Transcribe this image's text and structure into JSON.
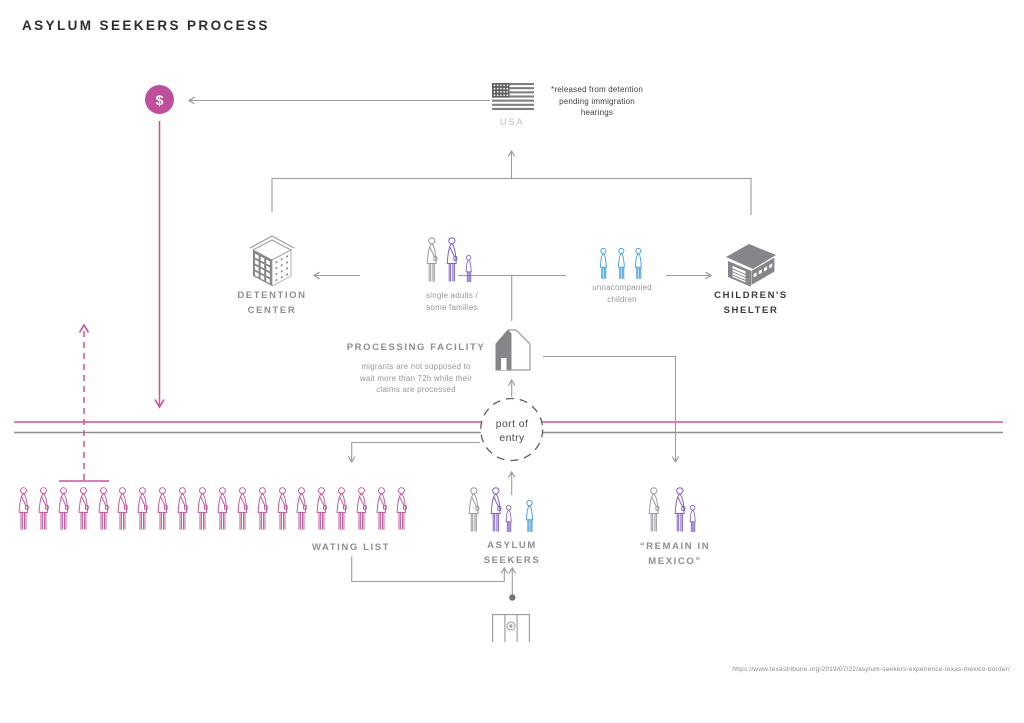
{
  "title": "ASYLUM SEEKERS PROCESS",
  "colors": {
    "accent_pink": "#c2569e",
    "border_pink_line": "#da7eb2",
    "border_gray_line": "#8d8d92",
    "purple_figure": "#7d62c6",
    "blue_figure": "#4ba1d8",
    "gray_icon": "#85858a"
  },
  "money_icon": {
    "symbol": "$"
  },
  "usa": {
    "label": "USA",
    "note": "*released from detention\npending immigration\nhearings"
  },
  "detention_center": {
    "label": "DETENTION\nCENTER"
  },
  "single_adults": {
    "label": "single adults /\nsome families"
  },
  "unaccompanied_children": {
    "label": "unnacompanied\nchildren",
    "figure_count": 3
  },
  "childrens_shelter": {
    "label": "CHILDREN'S\nSHELTER"
  },
  "processing_facility": {
    "label": "PROCESSING  FACILITY",
    "note": "migrants are not supposed to\nwait more than 72h while their\nclaims are processed"
  },
  "port_of_entry": {
    "label": "port of\nentry"
  },
  "waiting_list": {
    "label": "WATING LIST",
    "figure_count": 20
  },
  "asylum_seekers": {
    "label": "ASYLUM\nSEEKERS"
  },
  "remain_in_mexico": {
    "label": "“REMAIN IN\nMEXICO”"
  },
  "source_url": "https://www.texastribune.org/2019/07/22/asylum-seekers-experience-texas-mexico-border/"
}
